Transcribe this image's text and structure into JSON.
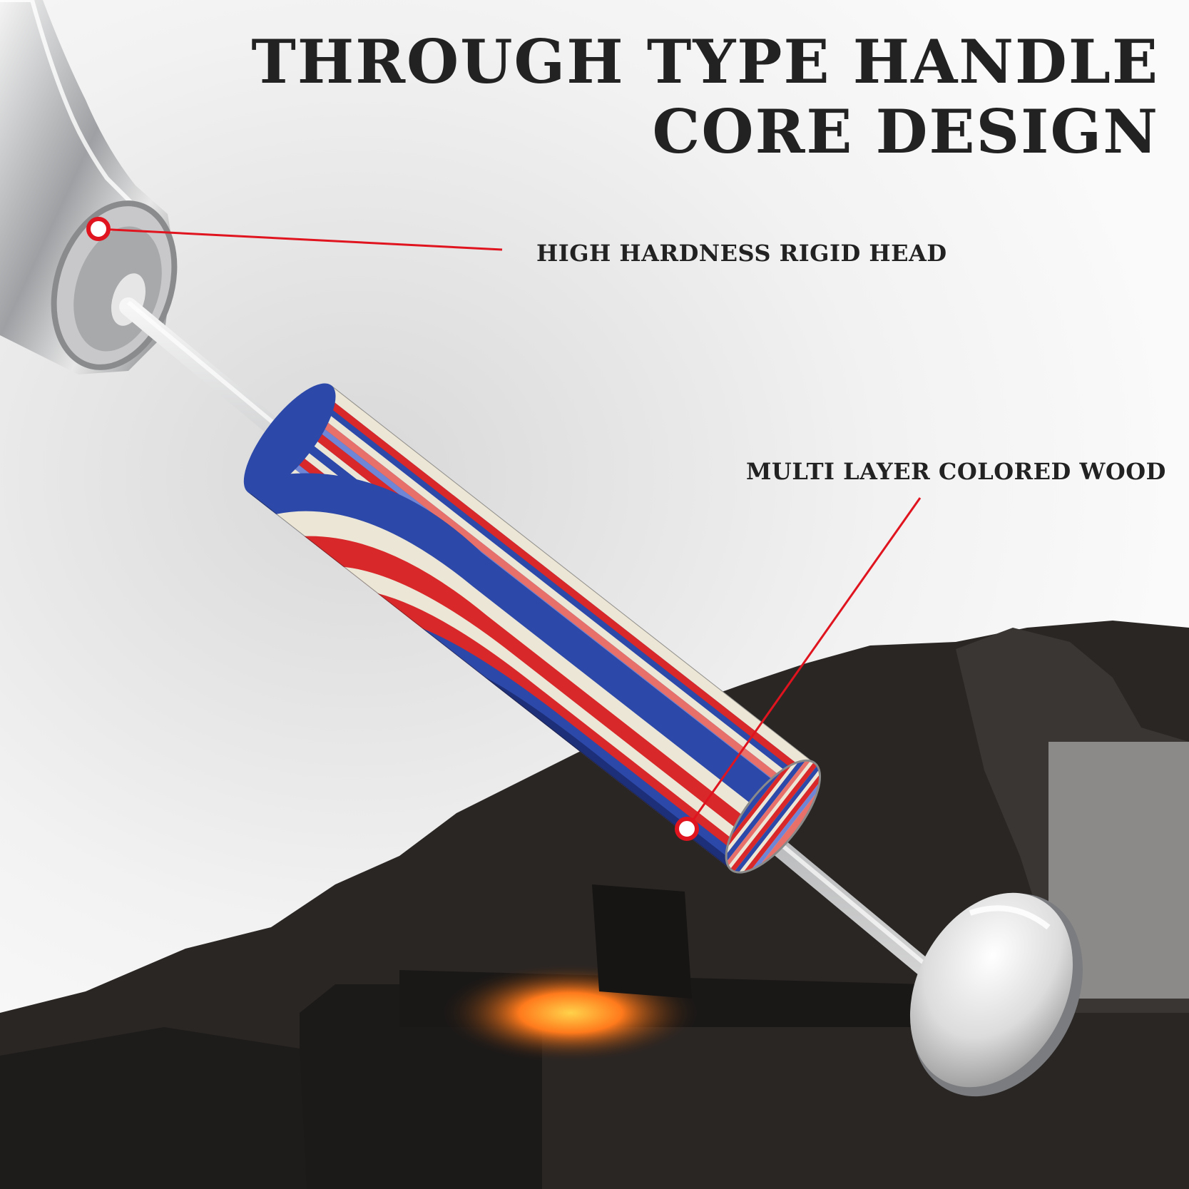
{
  "title": {
    "line1": "THROUGH TYPE HANDLE",
    "line2": "CORE DESIGN"
  },
  "callouts": {
    "head": "HIGH HARDNESS RIGID HEAD",
    "wood": "MULTI LAYER COLORED WOOD"
  },
  "colors": {
    "accent_line": "#e0141e",
    "wood_red": "#d8282a",
    "wood_blue": "#2c48a8",
    "wood_cream": "#ece6d6",
    "steel": "#c4c6c8",
    "title_text": "#222222"
  }
}
